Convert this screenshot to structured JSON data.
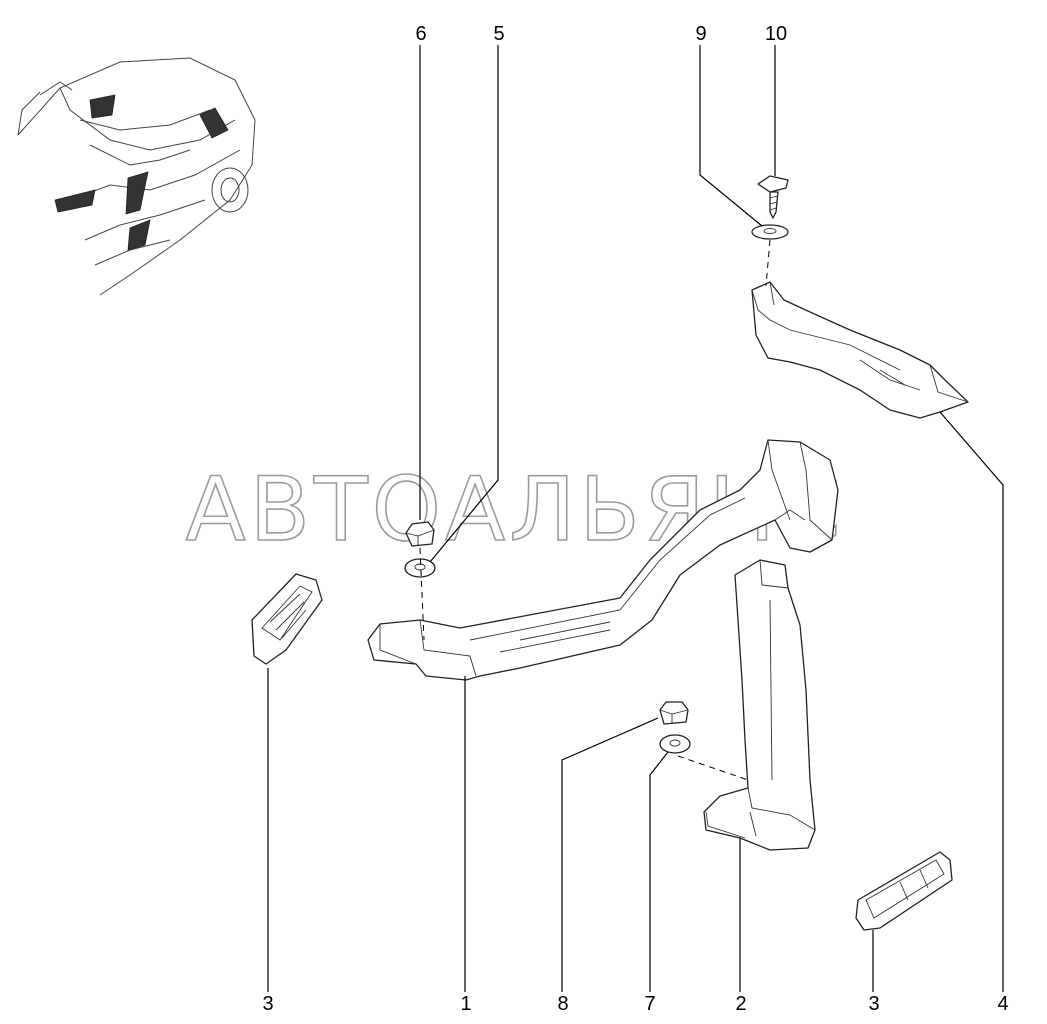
{
  "watermark": {
    "text": "АВТОАЛЬЯНС"
  },
  "callouts": [
    {
      "id": "6",
      "label": "6"
    },
    {
      "id": "5",
      "label": "5"
    },
    {
      "id": "9",
      "label": "9"
    },
    {
      "id": "10",
      "label": "10"
    },
    {
      "id": "4",
      "label": "4"
    },
    {
      "id": "3a",
      "label": "3"
    },
    {
      "id": "1",
      "label": "1"
    },
    {
      "id": "8",
      "label": "8"
    },
    {
      "id": "7",
      "label": "7"
    },
    {
      "id": "2",
      "label": "2"
    },
    {
      "id": "3b",
      "label": "3"
    }
  ]
}
